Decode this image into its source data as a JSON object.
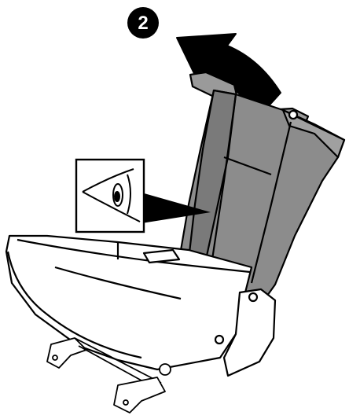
{
  "step": {
    "number": "2"
  },
  "colors": {
    "backrest": "#8c8c8c",
    "backrest_shade": "#6f6f6f",
    "cushion": "#ffffff",
    "outline": "#000000",
    "arrow": "#000000",
    "badge": "#000000",
    "badge_text": "#ffffff"
  },
  "icons": {
    "step_badge": "numbered-circle",
    "direction_arrow": "curved-arrow-fold-forward",
    "detail_callout": "eye-latch-indicator"
  }
}
